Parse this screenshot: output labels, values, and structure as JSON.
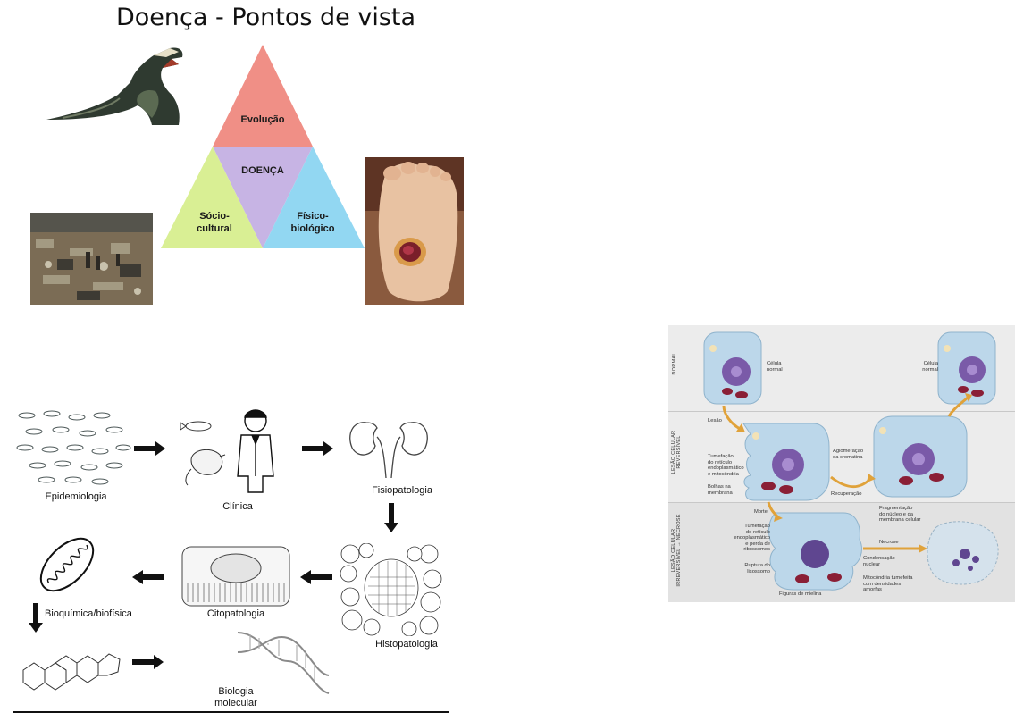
{
  "title": "Doença - Pontos de vista",
  "triangle": {
    "top": "Evolução",
    "center": "DOENÇA",
    "left": "Sócio-\ncultural",
    "right": "Físico-\nbiológico"
  },
  "flow": {
    "epidemiologia": "Epidemiologia",
    "clinica": "Clínica",
    "fisiopatologia": "Fisiopatologia",
    "histopatologia": "Histopatologia",
    "citopatologia": "Citopatologia",
    "bioquimica": "Bioquímica/biofísica",
    "biologia_molecular": "Biologia\nmolecular"
  },
  "cell_figure": {
    "stages": {
      "normal": "NORMAL",
      "reversivel": "LESÃO CELULAR\nREVERSÍVEL",
      "irreversivel": "LESÃO CELULAR\nIRREVERSÍVEL → NECROSE"
    },
    "labels": {
      "celula_normal_1": "Célula\nnormal",
      "celula_normal_2": "Célula\nnormal",
      "lesao": "Lesão",
      "tumefacao_1": "Tumefação\ndo retículo\nendoplasmático\ne mitocôndria",
      "bolhas": "Bolhas na\nmembrana",
      "aglomeracao": "Aglomeração\nda cromatina",
      "recuperacao": "Recuperação",
      "morte": "Morte",
      "tumefacao_2": "Tumefação\ndo retículo\nendoplasmático\ne perda de\nribossomos",
      "ruptura": "Ruptura do\nlisossomo",
      "figuras": "Figuras de mielina",
      "fragmentacao": "Fragmentação\ndo núcleo e da\nmembrana celular",
      "necrose": "Necrose",
      "condensacao": "Condensação\nnuclear",
      "mitocondria": "Mitocôndria tumefeita\ncom densidades\namorfas"
    }
  },
  "colors": {
    "triangle_top": "#f08f86",
    "triangle_center": "#c7b4e4",
    "triangle_left": "#d9ef94",
    "triangle_right": "#92d7f2",
    "cell_body": "#bcd7ea",
    "nucleus": "#7a5aa8",
    "arrow_orange": "#e0a23a"
  },
  "images": [
    "dinosaur-image",
    "landfill-photo",
    "foot-ulcer-photo",
    "fish-school-drawing",
    "doctor-rat-drawing",
    "kidneys-drawing",
    "tissue-drawing",
    "cell-drawing",
    "mitochondrion-drawing",
    "steroid-molecule-drawing",
    "dna-helix-drawing"
  ]
}
